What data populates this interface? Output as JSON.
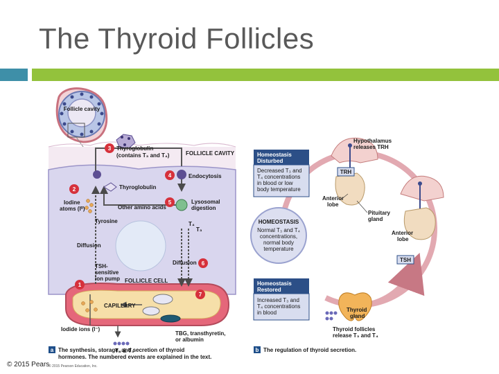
{
  "page": {
    "title": "The Thyroid Follicles"
  },
  "footer": {
    "copyright": "© 2015 Pears"
  },
  "figure_a": {
    "follicle_cavity_label": "Follicle cavity",
    "steps": {
      "s1": "1",
      "s2": "2",
      "s3": "3",
      "s4": "4",
      "s5": "5",
      "s6": "6",
      "s7": "7"
    },
    "thyroglobulin_line1": "Thyroglobulin",
    "thyroglobulin_line2": "(contains T₃ and T₄)",
    "follicle_cavity": "FOLLICLE CAVITY",
    "endocytosis": "Endocytosis",
    "thyroglobulin": "Thyroglobulin",
    "iodine_line1": "Iodine",
    "iodine_line2": "atoms (I⁰)",
    "lysosomal_line1": "Lysosomal",
    "lysosomal_line2": "digestion",
    "other_amino_acids": "Other amino acids",
    "tyrosine": "Tyrosine",
    "t4": "T₄",
    "t3": "T₃",
    "diffusion_left": "Diffusion",
    "diffusion_right": "Diffusion",
    "tsh_line1": "TSH-",
    "tsh_line2": "sensitive",
    "tsh_line3": "ion pump",
    "follicle_cell": "FOLLICLE CELL",
    "capillary": "CAPILLARY",
    "iodide_ions": "Iodide ions (I⁻)",
    "tbg_line1": "TBG, transthyretin,",
    "tbg_line2": "or albumin",
    "t4_t3": "T₄ & T₃",
    "caption_letter": "a",
    "caption_line1": "The synthesis, storage, and secretion of thyroid",
    "caption_line2": "hormones. The numbered events are explained in the text.",
    "credit": "© 2015 Pearson Education, Inc."
  },
  "figure_b": {
    "disturbed_title_line1": "Homeostasis",
    "disturbed_title_line2": "Disturbed",
    "disturbed_line1": "Decreased T₃ and",
    "disturbed_line2": "T₄ concentrations",
    "disturbed_line3": "in blood or low",
    "disturbed_line4": "body temperature",
    "homeostasis_title": "HOMEOSTASIS",
    "homeostasis_line1": "Normal T₃ and T₄",
    "homeostasis_line2": "concentrations,",
    "homeostasis_line3": "normal body",
    "homeostasis_line4": "temperature",
    "restored_title_line1": "Homeostasis",
    "restored_title_line2": "Restored",
    "restored_line1": "Increased T₃ and",
    "restored_line2": "T₄ concentrations",
    "restored_line3": "in blood",
    "hypothalamus_line1": "Hypothalamus",
    "hypothalamus_line2": "releases TRH",
    "trh": "TRH",
    "anterior_lobe_line1": "Anterior",
    "anterior_lobe_line2": "lobe",
    "pituitary_line1": "Pituitary",
    "pituitary_line2": "gland",
    "anterior_lobe_right_line1": "Anterior",
    "anterior_lobe_right_line2": "lobe",
    "tsh": "TSH",
    "thyroid_line1": "Thyroid",
    "thyroid_line2": "gland",
    "follicles_release_line1": "Thyroid follicles",
    "follicles_release_line2": "release T₃ and T₄",
    "caption_letter": "b",
    "caption": "The regulation of thyroid secretion."
  },
  "colors": {
    "accent_bar_left": "#3e8fa8",
    "accent_bar_right": "#93c23c",
    "title_text": "#595959",
    "step_marker": "#d6313b",
    "cell_fill": "#d9d6ee",
    "capillary_fill": "#e5677a"
  }
}
